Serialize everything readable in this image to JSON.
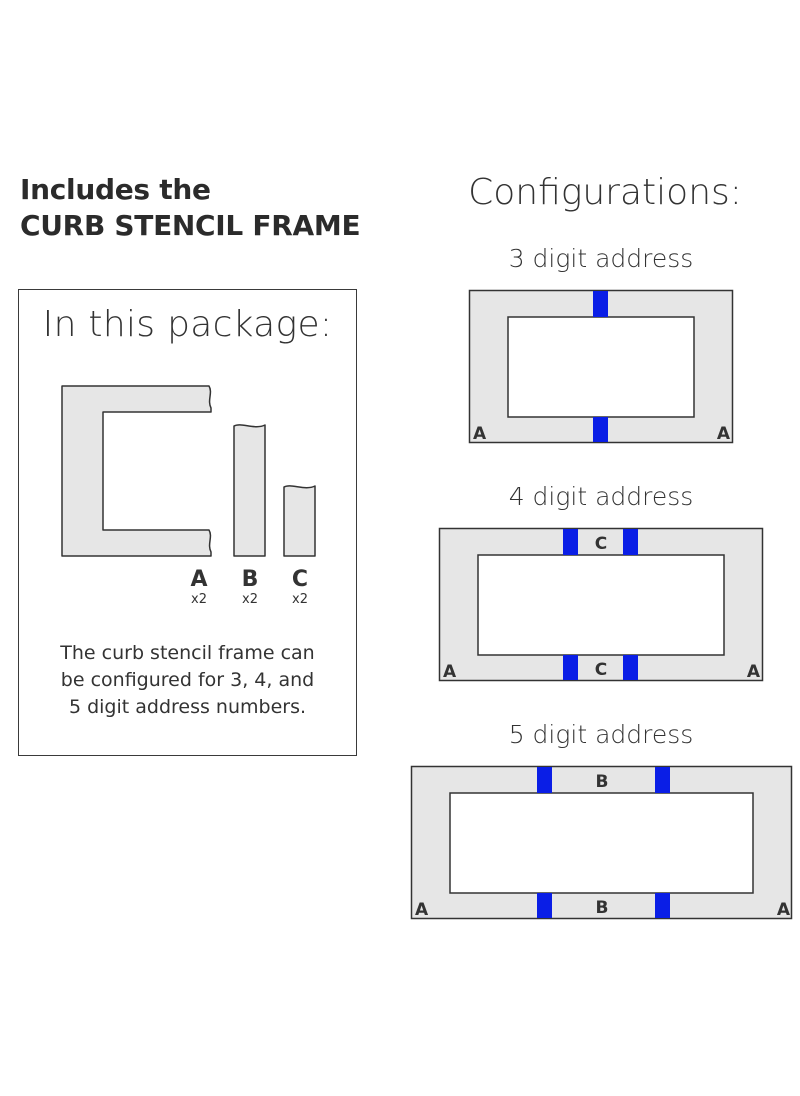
{
  "heading": {
    "line1": "Includes the",
    "line2": "CURB STENCIL FRAME"
  },
  "package": {
    "title": "In this package:",
    "parts": [
      {
        "letter": "A",
        "qty": "x2"
      },
      {
        "letter": "B",
        "qty": "x2"
      },
      {
        "letter": "C",
        "qty": "x2"
      }
    ],
    "description": [
      "The curb stencil frame can",
      "be configured for 3, 4, and",
      "5 digit address numbers."
    ]
  },
  "configurations": {
    "title": "Configurations:",
    "items": [
      {
        "label": "3 digit address",
        "corner_letter": "A",
        "middle_letter": ""
      },
      {
        "label": "4 digit address",
        "corner_letter": "A",
        "middle_letter": "C"
      },
      {
        "label": "5 digit address",
        "corner_letter": "A",
        "middle_letter": "B"
      }
    ]
  },
  "colors": {
    "frame_fill": "#e6e6e6",
    "outline": "#333333",
    "joint": "#0a1ee6"
  }
}
